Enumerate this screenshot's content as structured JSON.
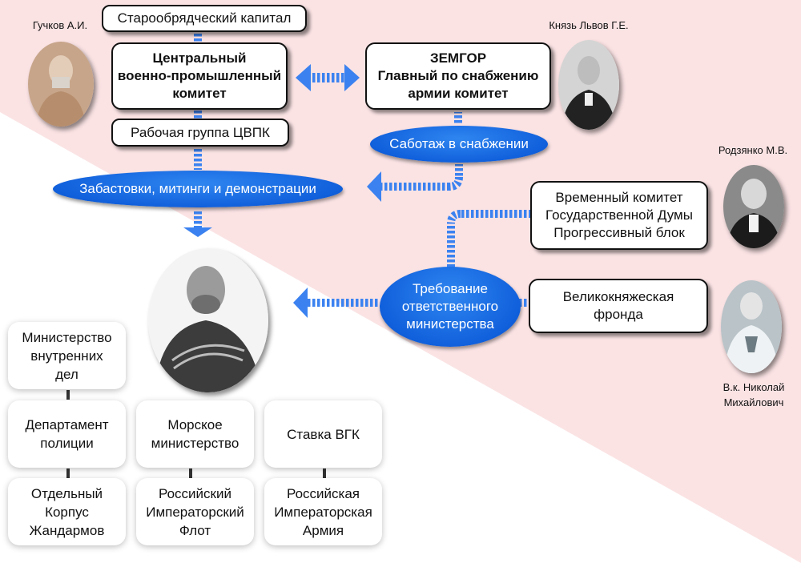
{
  "colors": {
    "background_pink": "#fbe3e4",
    "background_white": "#ffffff",
    "accent_blue": "#1160dc",
    "arrow_blue": "#3b82f0"
  },
  "people": {
    "guchkov": "Гучков А.И.",
    "lvov": "Князь Львов Г.Е.",
    "rodzianko": "Родзянко М.В.",
    "nikolai_mikhailovich": [
      "В.к. Николай",
      "Михайлович"
    ]
  },
  "top_boxes": {
    "old_believers": "Старообрядческий капитал",
    "cvpk": [
      "Центральный",
      "военно-промышленный",
      "комитет"
    ],
    "cvpk_workers": "Рабочая группа ЦВПК",
    "zemgor": [
      "ЗЕМГОР",
      "Главный по снабжению",
      "армии комитет"
    ]
  },
  "ovals": {
    "strikes": "Забастовки, митинги и демонстрации",
    "sabotage": "Саботаж в снабжении",
    "demand": [
      "Требование",
      "ответственного",
      "министерства"
    ]
  },
  "right_boxes": {
    "duma": [
      "Временный комитет",
      "Государственной Думы",
      "Прогрессивный блок"
    ],
    "grand_dukes": [
      "Великокняжеская",
      "фронда"
    ]
  },
  "government": {
    "columns": [
      {
        "items": [
          [
            "Министерство",
            "внутренних",
            "дел"
          ],
          [
            "Департамент",
            "полиции"
          ],
          [
            "Отдельный",
            "Корпус",
            "Жандармов"
          ]
        ]
      },
      {
        "items": [
          [
            "Морское",
            "министерство"
          ],
          [
            "Российский",
            "Императорский",
            "Флот"
          ]
        ]
      },
      {
        "items": [
          [
            "Ставка ВГК"
          ],
          [
            "Российская",
            "Императорская",
            "Армия"
          ]
        ]
      }
    ]
  }
}
